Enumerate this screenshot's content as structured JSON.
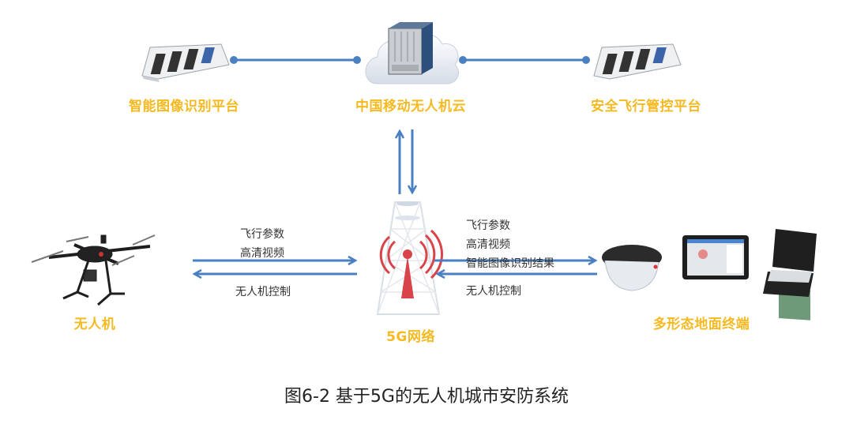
{
  "diagram": {
    "nodes": {
      "image_recognition_platform": {
        "label": "智能图像识别平台",
        "icon": "server-room-icon"
      },
      "drone_cloud": {
        "label": "中国移动无人机云",
        "icon": "cloud-server-icon"
      },
      "flight_control_platform": {
        "label": "安全飞行管控平台",
        "icon": "server-room-icon"
      },
      "drone": {
        "label": "无人机",
        "icon": "drone-icon"
      },
      "network_5g": {
        "label": "5G网络",
        "icon": "cell-tower-icon"
      },
      "ground_terminals": {
        "label": "多形态地面终端",
        "icons": [
          "ar-headset-icon",
          "tablet-icon",
          "rugged-laptop-icon"
        ]
      }
    },
    "edges": {
      "drone_to_network": {
        "labels": [
          "飞行参数",
          "高清视频"
        ]
      },
      "network_to_drone": {
        "labels": [
          "无人机控制"
        ]
      },
      "network_to_terminal": {
        "labels": [
          "飞行参数",
          "高清视频",
          "智能图像识别结果"
        ]
      },
      "terminal_to_network": {
        "labels": [
          "无人机控制"
        ]
      }
    },
    "colors": {
      "label": "#f5b921",
      "line": "#4a7fc1",
      "tower_signal": "#d9434a"
    }
  },
  "caption": "图6-2  基于5G的无人机城市安防系统"
}
